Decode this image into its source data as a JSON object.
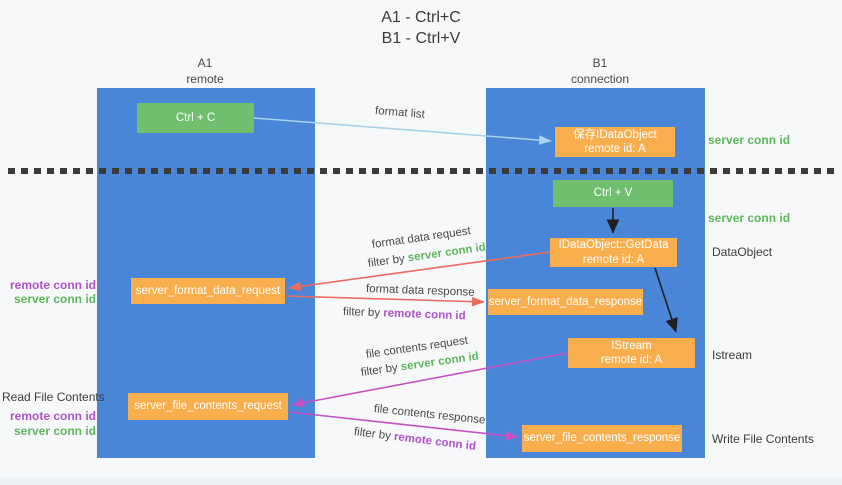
{
  "title": {
    "line1": "A1 - Ctrl+C",
    "line2": "B1 - Ctrl+V"
  },
  "lanes": {
    "a1": {
      "name": "A1",
      "subtitle": "remote"
    },
    "b1": {
      "name": "B1",
      "subtitle": "connection"
    }
  },
  "nodes": {
    "ctrl_c": {
      "label": "Ctrl + C"
    },
    "save_idataobject": {
      "line1": "保存IDataObject",
      "line2": "remote id: A"
    },
    "ctrl_v": {
      "label": "Ctrl + V"
    },
    "getdata": {
      "line1": "IDataObject::GetData",
      "line2": "remote id: A"
    },
    "format_data_request": {
      "label": "server_format_data_request"
    },
    "format_data_response": {
      "label": "server_format_data_response"
    },
    "istream": {
      "line1": "IStream",
      "line2": "remote id: A"
    },
    "file_contents_request": {
      "label": "server_file_contents_request"
    },
    "file_contents_response": {
      "label": "server_file_contents_response"
    }
  },
  "right_labels": {
    "server_conn_id_top": "server conn id",
    "server_conn_id_mid": "server conn id",
    "dataobject": "DataObject",
    "istream": "Istream",
    "write_file_contents": "Write File Contents"
  },
  "left_labels": {
    "remote_conn_id_1": "remote conn id",
    "server_conn_id_1": "server conn id",
    "read_file_contents": "Read File Contents",
    "remote_conn_id_2": "remote conn id",
    "server_conn_id_2": "server conn id"
  },
  "arrow_labels": {
    "format_list": "format list",
    "format_data_request": "format data request",
    "filter1": {
      "prefix": "filter by ",
      "key": "server conn id"
    },
    "format_data_response": "format data response",
    "filter2": {
      "prefix": "filter by ",
      "key": "remote conn id"
    },
    "file_contents_request": "file contents request",
    "filter3": {
      "prefix": "filter by ",
      "key": "server conn id"
    },
    "file_contents_response": "file contents response",
    "filter4": {
      "prefix": "filter by ",
      "key": "remote conn id"
    }
  },
  "colors": {
    "lane_blue": "#4a86d8",
    "node_orange": "#f9ae4e",
    "node_green": "#6fbf6f",
    "green_text": "#5db75d",
    "purple_text": "#b052cc",
    "red_arrow": "#ec6a5e",
    "magenta_arrow": "#c353c3",
    "lightblue_arrow": "#a5d3f0",
    "black_arrow": "#1f1f1f",
    "background": "#f7f8f9"
  }
}
